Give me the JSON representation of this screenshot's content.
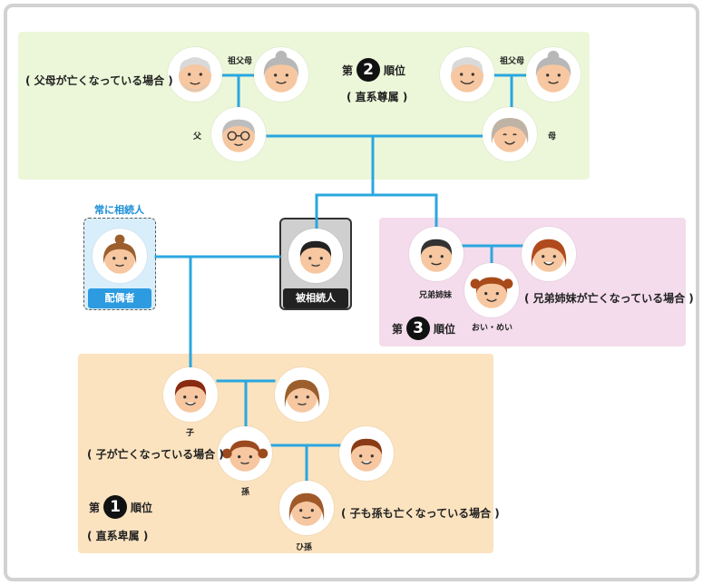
{
  "parents_zone": {
    "note": "( 父母が亡くなっている場合 )",
    "rank": {
      "prefix": "第",
      "number": "2",
      "suffix": "順位"
    },
    "category": "( 直系尊属 )",
    "grandparent_left": "祖父母",
    "grandparent_right": "祖父母",
    "father": "父",
    "mother": "母"
  },
  "spouse": {
    "header": "常に相続人",
    "label": "配偶者"
  },
  "deceased": {
    "label": "被相続人"
  },
  "siblings_zone": {
    "siblings": "兄弟姉妹",
    "nephew_niece": "おい・めい",
    "note": "( 兄弟姉妹が亡くなっている場合 )",
    "rank": {
      "prefix": "第",
      "number": "3",
      "suffix": "順位"
    }
  },
  "children_zone": {
    "child": "子",
    "note_child": "( 子が亡くなっている場合 )",
    "grandchild": "孫",
    "note_grandchild": "( 子も孫も亡くなっている場合 )",
    "great_grandchild": "ひ孫",
    "rank": {
      "prefix": "第",
      "number": "1",
      "suffix": "順位"
    },
    "category": "( 直系卑属 )"
  },
  "colors": {
    "connector": "#2aa7df",
    "parents_bg": "#ecf7d9",
    "siblings_bg": "#f4dcec",
    "children_bg": "#fbe3bf",
    "spouse_bg": "#d9eefb",
    "spouse_tag": "#2c9be0",
    "deceased_bg": "#cfcfcf"
  }
}
